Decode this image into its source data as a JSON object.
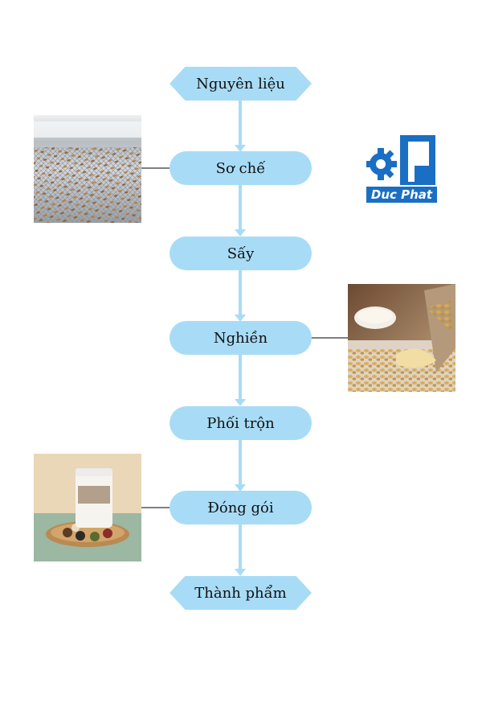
{
  "steps": [
    {
      "label": "Nguyên liệu",
      "shape": "hexagon"
    },
    {
      "label": "Sơ chế",
      "shape": "pill"
    },
    {
      "label": "Sấy",
      "shape": "pill"
    },
    {
      "label": "Nghiền",
      "shape": "pill"
    },
    {
      "label": "Phối trộn",
      "shape": "pill"
    },
    {
      "label": "Đóng gói",
      "shape": "pill"
    },
    {
      "label": "Thành phẩm",
      "shape": "hexagon"
    }
  ],
  "images": [
    {
      "name": "raw-grain-conveyor-photo",
      "attached_to": "Sơ chế"
    },
    {
      "name": "grain-flour-photo",
      "attached_to": "Nghiền"
    },
    {
      "name": "packaged-product-jar-photo",
      "attached_to": "Đóng gói"
    }
  ],
  "logo": {
    "text": "Duc Phat",
    "color": "#1a6fc4"
  },
  "colors": {
    "node_fill": "#a8dcf6",
    "arrow": "#a8dcf6",
    "connector": "#000000"
  }
}
